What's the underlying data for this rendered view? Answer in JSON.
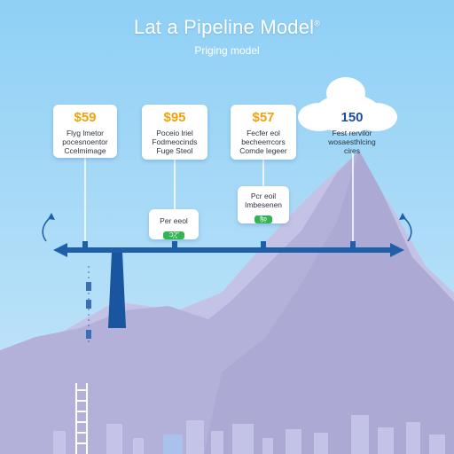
{
  "header": {
    "title": "Lat a Pipeline Model",
    "title_mark": "®",
    "subtitle": "Priging model"
  },
  "cards": [
    {
      "price": "$59",
      "line1": "Flyg lmetor",
      "line2": "pocesnoentor",
      "line3": "Ccelmimage",
      "price_color": "#f2a10a"
    },
    {
      "price": "$95",
      "line1": "Poceio lriel",
      "line2": "Fodmeocinds",
      "line3": "Fuge Steol",
      "price_color": "#f2a10a"
    },
    {
      "price": "$57",
      "line1": "Fecfer eol",
      "line2": "becheerrcors",
      "line3": "Comde legeer",
      "price_color": "#f2a10a"
    },
    {
      "price": "150",
      "line1": "Fest rervilor",
      "line2": "wosaesthlcing",
      "line3": "cires",
      "price_color": "#1a4f9c"
    }
  ],
  "mini_cards": [
    {
      "label": "Per eeol",
      "badge": "Ͻ̧ʔ̧͍ʺ͐"
    },
    {
      "label1": "Pcr eoil",
      "label2": "Imbesenen",
      "badge": "ɮ̎ʚ̥"
    }
  ],
  "colors": {
    "sky_top": "#8fd0f5",
    "beam": "#1f5fa8",
    "mountain": "#b9b7de",
    "badge": "#32b454",
    "accent_orange": "#f2a10a"
  },
  "icons": [
    "up-arrow-icon",
    "right-arrow-icon",
    "left-arrow-icon",
    "cloud-icon",
    "ladder-icon"
  ]
}
